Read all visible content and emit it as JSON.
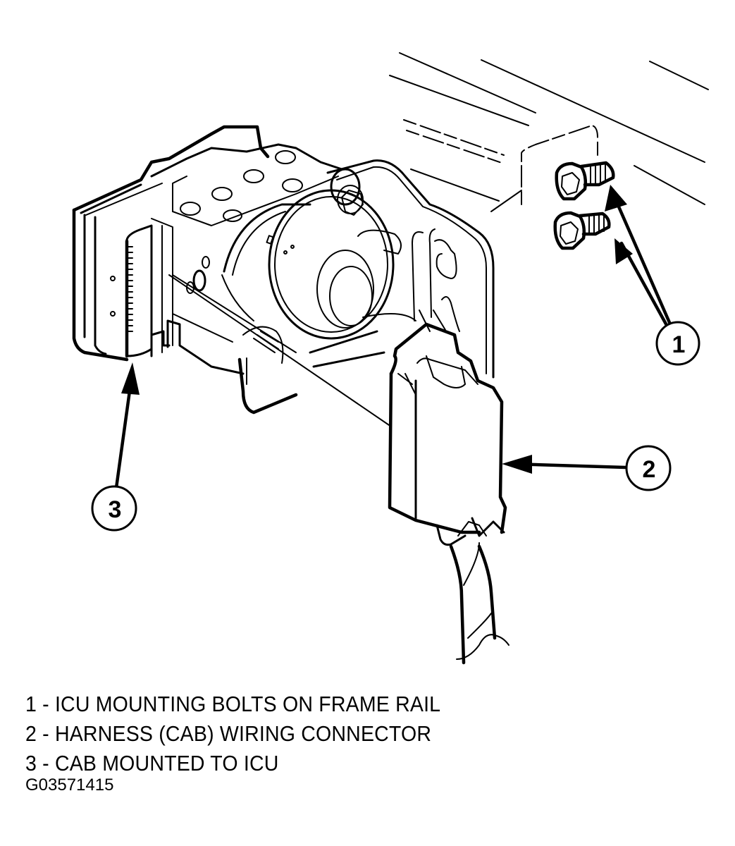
{
  "figure": {
    "type": "technical exploded-view illustration",
    "subject": "ICU / CAB assembly mounted on frame rail",
    "callouts": [
      {
        "number": "1",
        "target": "icu-mounting-bolts"
      },
      {
        "number": "2",
        "target": "harness-wiring-connector"
      },
      {
        "number": "3",
        "target": "cab-module"
      }
    ],
    "legend": [
      {
        "number": "1",
        "separator": "-",
        "text": "ICU MOUNTING BOLTS ON FRAME RAIL",
        "full": "1 - ICU MOUNTING BOLTS ON FRAME RAIL"
      },
      {
        "number": "2",
        "separator": "-",
        "text": "HARNESS (CAB) WIRING CONNECTOR",
        "full": "2 - HARNESS (CAB) WIRING CONNECTOR"
      },
      {
        "number": "3",
        "separator": "-",
        "text": "CAB MOUNTED TO ICU",
        "full": "3 - CAB MOUNTED TO ICU"
      }
    ],
    "figure_id": "G03571415",
    "colors": {
      "line": "#000000",
      "background": "#ffffff"
    }
  }
}
